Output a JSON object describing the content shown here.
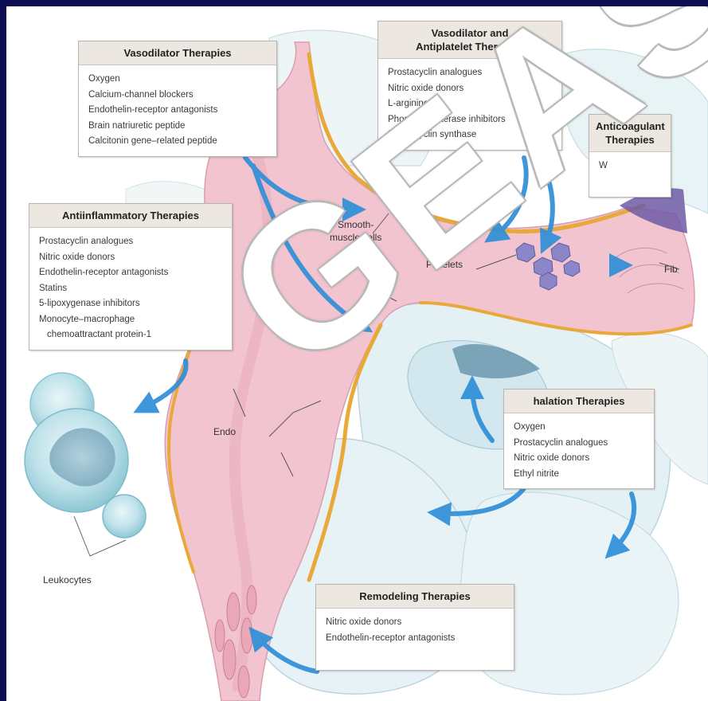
{
  "boxes": {
    "vasodilator": {
      "title": "Vasodilator Therapies",
      "items": [
        "Oxygen",
        "Calcium-channel blockers",
        "Endothelin-receptor antagonists",
        "Brain natriuretic peptide",
        "Calcitonin gene–related peptide"
      ]
    },
    "vaso_antiplatelet": {
      "title_line1": "Vasodilator and",
      "title_line2": "Antiplatelet Therapies",
      "items": [
        "Prostacyclin analogues",
        "Nitric oxide donors",
        "L-arginine",
        "Phosphodiesterase inhibitors",
        "Prostacyclin synthase"
      ]
    },
    "anticoagulant": {
      "title_line1": "Anticoagulant",
      "title_line2": "Therapies",
      "items": [
        "W"
      ]
    },
    "antiinflammatory": {
      "title": "Antiinflammatory Therapies",
      "items": [
        "Prostacyclin analogues",
        "Nitric oxide donors",
        "Endothelin-receptor antagonists",
        "Statins",
        "5-lipoxygenase inhibitors",
        "Monocyte–macrophage"
      ],
      "item_cont": "chemoattractant protein-1"
    },
    "inhalation": {
      "title": "halation Therapies",
      "items": [
        "Oxygen",
        "Prostacyclin analogues",
        "Nitric oxide donors",
        "Ethyl nitrite"
      ]
    },
    "remodeling": {
      "title": "Remodeling Therapies",
      "items": [
        "Nitric oxide donors",
        "Endothelin-receptor antagonists"
      ]
    }
  },
  "labels": {
    "smooth_line1": "Smooth-",
    "smooth_line2": "muscle cells",
    "platelets": "Platelets",
    "fib": "Fib",
    "endo": "Endo",
    "leukocytes": "Leukocytes"
  },
  "watermark": "GEAS",
  "colors": {
    "background": "#0d0e52",
    "arrow": "#2f8fd8",
    "smooth_muscle": "#e9a93a",
    "vessel": "#f2c4cf",
    "platelet": "#8a86c8"
  }
}
